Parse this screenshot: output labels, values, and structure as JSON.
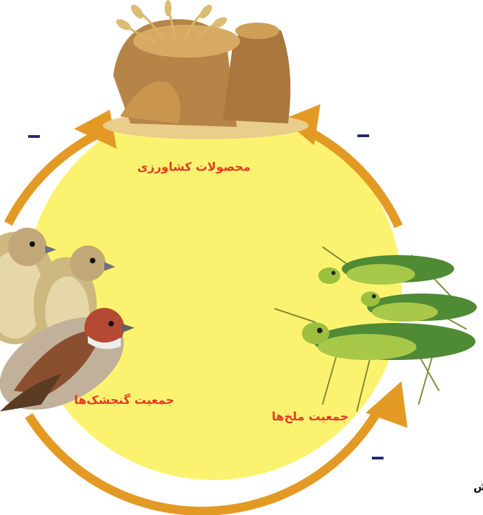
{
  "diagram": {
    "nodes": {
      "crops": {
        "label": "محصولات کشاورزی",
        "icon": "wheat-sack-icon"
      },
      "locusts": {
        "label": "جمعیت ملخ‌ها",
        "icon": "locust-icon"
      },
      "sparrows": {
        "label": "جمعیت گنجشک‌ها",
        "icon": "sparrow-icon"
      }
    },
    "edges": [
      {
        "from": "sparrows",
        "to": "crops",
        "sign": "–"
      },
      {
        "from": "locusts",
        "to": "crops",
        "sign": "–"
      },
      {
        "from": "sparrows",
        "to": "locusts",
        "sign": "–"
      }
    ],
    "colors": {
      "circle_fill": "#fbf36f",
      "arrow": "#e39a25",
      "label_text": "#e63a24",
      "sign": "#1f2a6b"
    },
    "corner_text": "ش"
  }
}
